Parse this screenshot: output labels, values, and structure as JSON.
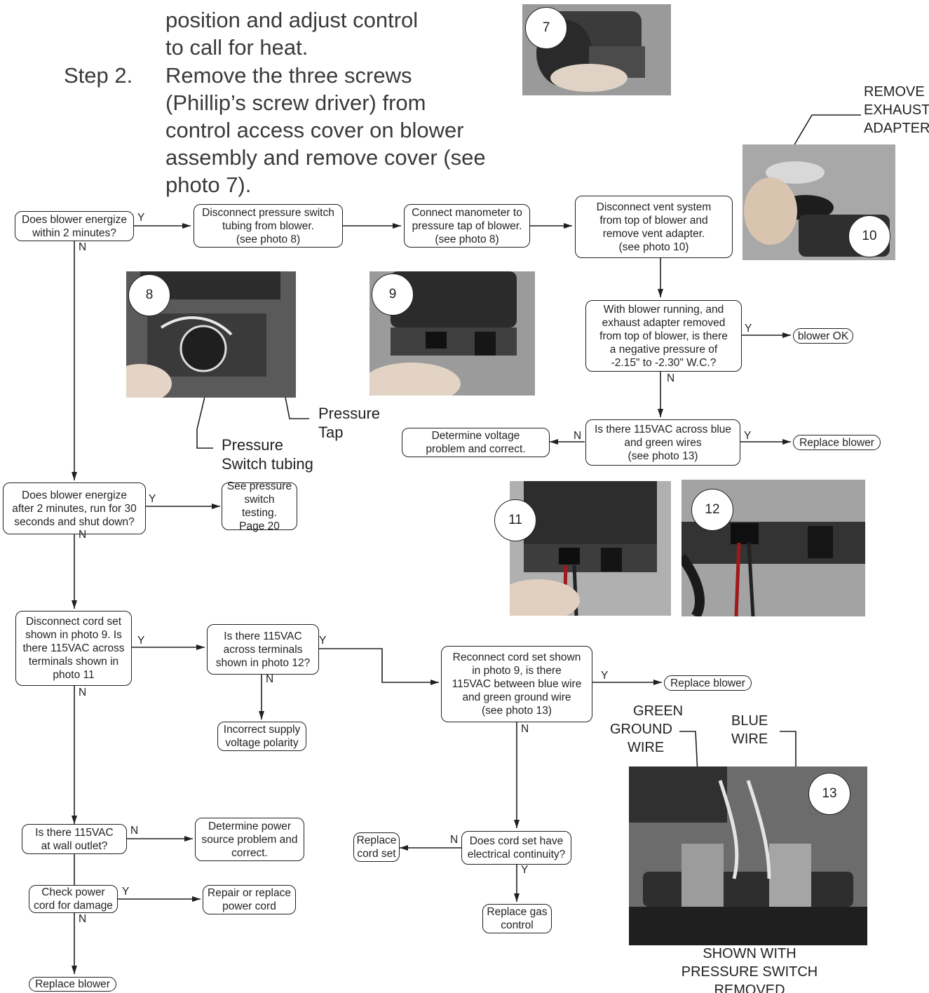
{
  "intro": {
    "line1": "position and adjust control",
    "line2": "to call for heat.",
    "step2_label": "Step 2.",
    "step2_line1": "Remove the three screws",
    "step2_line2": "(Phillip’s screw driver) from",
    "step2_line3": "control access cover on blower",
    "step2_line4": "assembly and remove cover (see",
    "step2_line5": "photo 7)."
  },
  "flowchart": {
    "q_energize_2min": "Does blower energize\nwithin 2 minutes?",
    "disconnect_tubing": "Disconnect pressure switch\ntubing from blower.\n(see photo 8)",
    "connect_manometer": "Connect manometer to\npressure tap of blower.\n(see photo 8)",
    "disconnect_vent": "Disconnect vent system\nfrom top of blower and\nremove vent adapter.\n(see photo 10)",
    "q_negative_pressure": "With blower running, and\nexhaust adapter removed\nfrom top of blower, is there\na negative pressure of\n-2.15\" to -2.30\" W.C.?",
    "blower_ok": "blower OK",
    "q_115_blue_green": "Is there 115VAC across blue\nand green wires\n(see photo 13)",
    "determine_voltage": "Determine voltage\nproblem and correct.",
    "replace_blower_1": "Replace blower",
    "q_energize_after": "Does blower energize\nafter 2 minutes, run for 30\nseconds and shut down?",
    "see_pressure_switch": "See pressure\nswitch testing.\nPage 20",
    "q_cord_set": "Disconnect cord set\nshown in photo 9.  Is\nthere 115VAC across\nterminals shown in\nphoto 11",
    "q_terminals_12": "Is there 115VAC\nacross terminals\nshown in photo 12?",
    "incorrect_polarity": "Incorrect supply\nvoltage polarity",
    "q_reconnect": "Reconnect cord set shown\nin photo 9, is there\n115VAC between blue wire\nand green ground wire\n(see photo 13)",
    "replace_blower_2": "Replace blower",
    "q_wall_outlet": "Is there 115VAC\nat wall outlet?",
    "determine_power": "Determine power\nsource problem and\ncorrect.",
    "check_power_cord": "Check power\ncord for damage",
    "repair_cord": "Repair or replace\npower cord",
    "replace_blower_3": "Replace blower",
    "q_continuity": "Does cord set have\nelectrical continuity?",
    "replace_cord_set": "Replace\ncord set",
    "replace_gas_control": "Replace gas\ncontrol"
  },
  "labels": {
    "yes": "Y",
    "no": "N"
  },
  "photos": {
    "p7": "7",
    "p8": "8",
    "p9": "9",
    "p10": "10",
    "p11": "11",
    "p12": "12",
    "p13": "13"
  },
  "callouts": {
    "remove_exhaust_1": "REMOVE",
    "remove_exhaust_2": "EXHAUST",
    "remove_exhaust_3": "ADAPTER",
    "pressure_tap_1": "Pressure",
    "pressure_tap_2": "Tap",
    "pressure_switch_1": "Pressure",
    "pressure_switch_2": "Switch tubing",
    "green_ground_1": "GREEN",
    "green_ground_2": "GROUND",
    "green_ground_3": "WIRE",
    "blue_wire_1": "BLUE",
    "blue_wire_2": "WIRE",
    "shown_with_1": "SHOWN WITH",
    "shown_with_2": "PRESSURE SWITCH",
    "shown_with_3": "REMOVED"
  }
}
